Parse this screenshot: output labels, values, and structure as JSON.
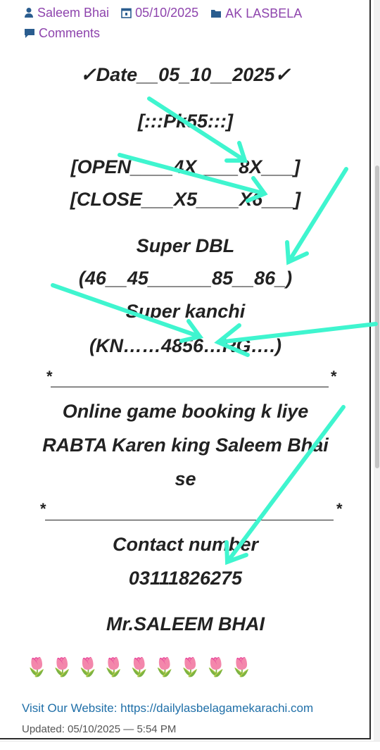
{
  "meta": {
    "author": "Saleem Bhai",
    "date": "05/10/2025",
    "category": "AK LASBELA",
    "comments": "Comments"
  },
  "post": {
    "date_line": "✓Date__05_10__2025✓",
    "pk_line": "[:::Pk55:::]",
    "open_line": "[OPEN____4X____8X___]",
    "close_line": "[CLOSE___X5____X6___]",
    "super_dbl_title": "Super DBL",
    "super_dbl_values": "(46__45______85__86_)",
    "super_kanchi_title": "Super kanchi",
    "super_kanchi_values": "(KN……4856…RG….)",
    "separator_star": "*",
    "booking_line1": "Online game booking k liye",
    "booking_line2": "RABTA Karen king Saleem Bhai",
    "booking_line3": "se",
    "contact_title": "Contact number",
    "contact_number": "03111826275",
    "signature": "Mr.SALEEM BHAI",
    "flowers": "🌷🌷🌷🌷🌷🌷🌷🌷🌷"
  },
  "footer": {
    "website": "Visit Our Website: https://dailylasbelagamekarachi.com",
    "updated": "Updated: 05/10/2025 — 5:54 PM"
  },
  "colors": {
    "meta_text": "#8e44ad",
    "meta_icon": "#2a5d8f",
    "link": "#1f6fa8",
    "arrow": "#3ff5cf"
  }
}
